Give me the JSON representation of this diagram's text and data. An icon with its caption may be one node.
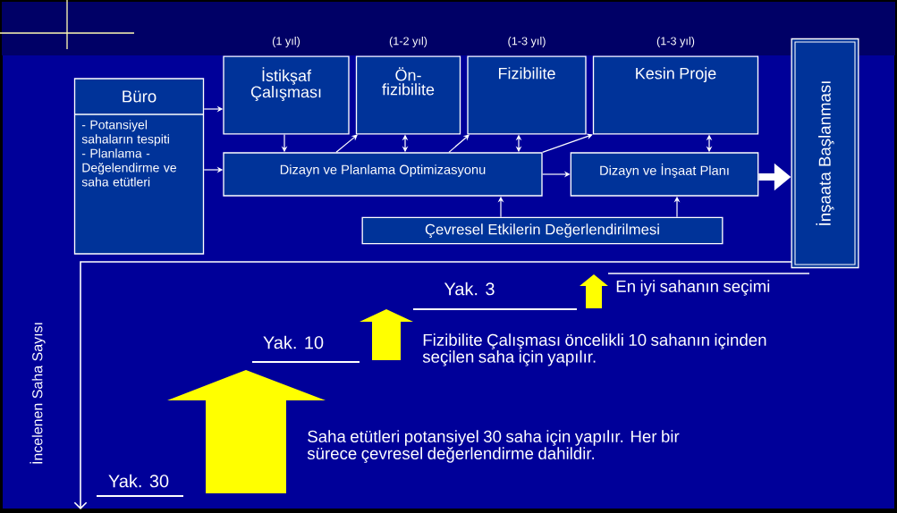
{
  "diagram": {
    "nodes": [
      {
        "text": [
          "Büro",
          "- Potansiyel sahaların tespiti - Planlama -Değelendirme ve saha etütleri"
        ]
      },
      {
        "text": [
          "İstikşaf Çalışması"
        ],
        "beside": [
          "(1 yıl)"
        ]
      },
      {
        "text": [
          "Ön- fizibilite"
        ],
        "beside": [
          "(1-2 yıl)"
        ]
      },
      {
        "text": [
          "Fizibilite"
        ],
        "beside": [
          "(1-3 yıl)"
        ]
      },
      {
        "text": [
          "Kesin Proje"
        ],
        "beside": [
          "(1-3 yıl)"
        ]
      },
      {
        "text": [
          "Dizayn ve Planlama Optimizasyonu"
        ]
      },
      {
        "text": [
          "Dizayn ve İnşaat Planı"
        ]
      },
      {
        "text": [
          "Çevresel Etkilerin Değerlendirilmesi"
        ]
      },
      {
        "text": [
          "İnşaata Başlanması"
        ]
      }
    ],
    "edges": [
      {
        "from": 0,
        "to": 1,
        "arrow": "to"
      },
      {
        "from": 0,
        "to": 5,
        "arrow": "to"
      },
      {
        "from": 1,
        "to": 5,
        "arrow": "to"
      },
      {
        "from": 5,
        "to": 2,
        "arrow": "to"
      },
      {
        "from": 5,
        "to": 2,
        "arrow": "both"
      },
      {
        "from": 5,
        "to": 3,
        "arrow": "to"
      },
      {
        "from": 5,
        "to": 3,
        "arrow": "both"
      },
      {
        "from": 5,
        "to": 4,
        "arrow": "to"
      },
      {
        "from": 5,
        "to": 6,
        "arrow": "to"
      },
      {
        "from": 6,
        "to": 4,
        "arrow": "both"
      },
      {
        "from": 7,
        "to": 5,
        "arrow": "to"
      },
      {
        "from": 7,
        "to": 6,
        "arrow": "to"
      },
      {
        "from": 6,
        "to": 8,
        "arrow": "to",
        "style": "thick"
      }
    ],
    "labels": [
      "Yak. 3",
      "En iyi sahanın seçimi",
      "Yak. 10",
      "Fizibilite Çalışması öncelikli 10 sahanın içinden seçilen saha için yapılır.",
      "İncelenen Saha Sayısı",
      "Saha etütleri potansiyel 30 saha için yapılır. Her bir sürece çevresel değerlendirme dahildir.",
      "Yak. 30"
    ]
  }
}
